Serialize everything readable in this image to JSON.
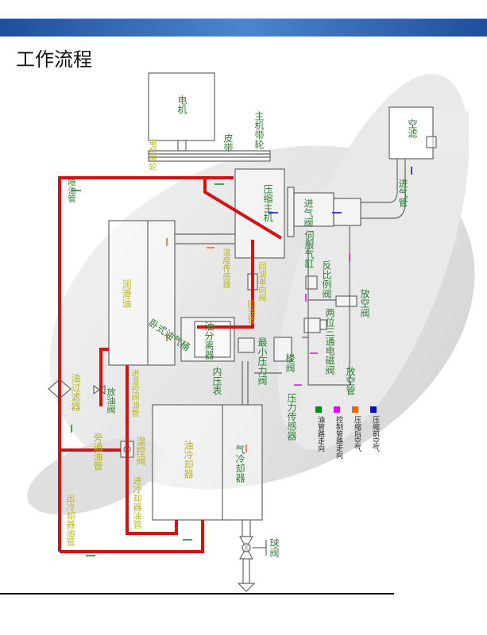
{
  "header": {
    "title": "工作流程"
  },
  "colors": {
    "band": "#2f6cc0",
    "oil_pipe": "#d31313",
    "green": "#0a8a1e",
    "magenta": "#e010e0",
    "orange": "#e8680c",
    "blue": "#0a10c8"
  },
  "labels": {
    "motor": "电机",
    "motor_pulley": "电机带轮",
    "belt": "皮带",
    "main_pulley": "主机带轮",
    "compressor": "压缩主机",
    "intake_valve": "进气阀",
    "intake_pipe": "进气管",
    "air_filter": "空滤",
    "servo_cylinder": "伺服气缸",
    "proportional_valve": "反比例阀",
    "vent_valve": "放空阀",
    "solenoid_valve": "两位三通电磁阀",
    "vent_pipe": "放空管",
    "shuttle_valve": "梭阀",
    "oil_injection_pipe": "喷油管",
    "temp_sensor": "温度传感器",
    "return_check_valve": "回油单向阀",
    "return_pipe": "回油管",
    "lube_oil": "润滑油",
    "tank": "卧式油气桶",
    "oil_separator": "油分离器",
    "min_pressure_valve": "最小压力阀",
    "internal_gauge": "内压表",
    "pressure_sensor": "压力传感器",
    "oil_filter": "油过滤器",
    "drain_valve": "放油阀",
    "to_thermo_pipe": "进温控阀油管",
    "bypass_pipe": "旁通油管",
    "thermo_valve": "温控阀",
    "to_cooler_pipe": "进冷却器油管",
    "from_cooler_pipe": "出冷却器油管",
    "oil_cooler": "油冷却器",
    "air_cooler": "气冷却器",
    "ball_valve": "球阀"
  },
  "legend": [
    {
      "label": "油管路走向",
      "color": "#0a8a1e"
    },
    {
      "label": "控制管路走向",
      "color": "#e010e0"
    },
    {
      "label": "压缩后空气",
      "color": "#e8680c"
    },
    {
      "label": "压缩前空气",
      "color": "#0a10c8"
    }
  ]
}
